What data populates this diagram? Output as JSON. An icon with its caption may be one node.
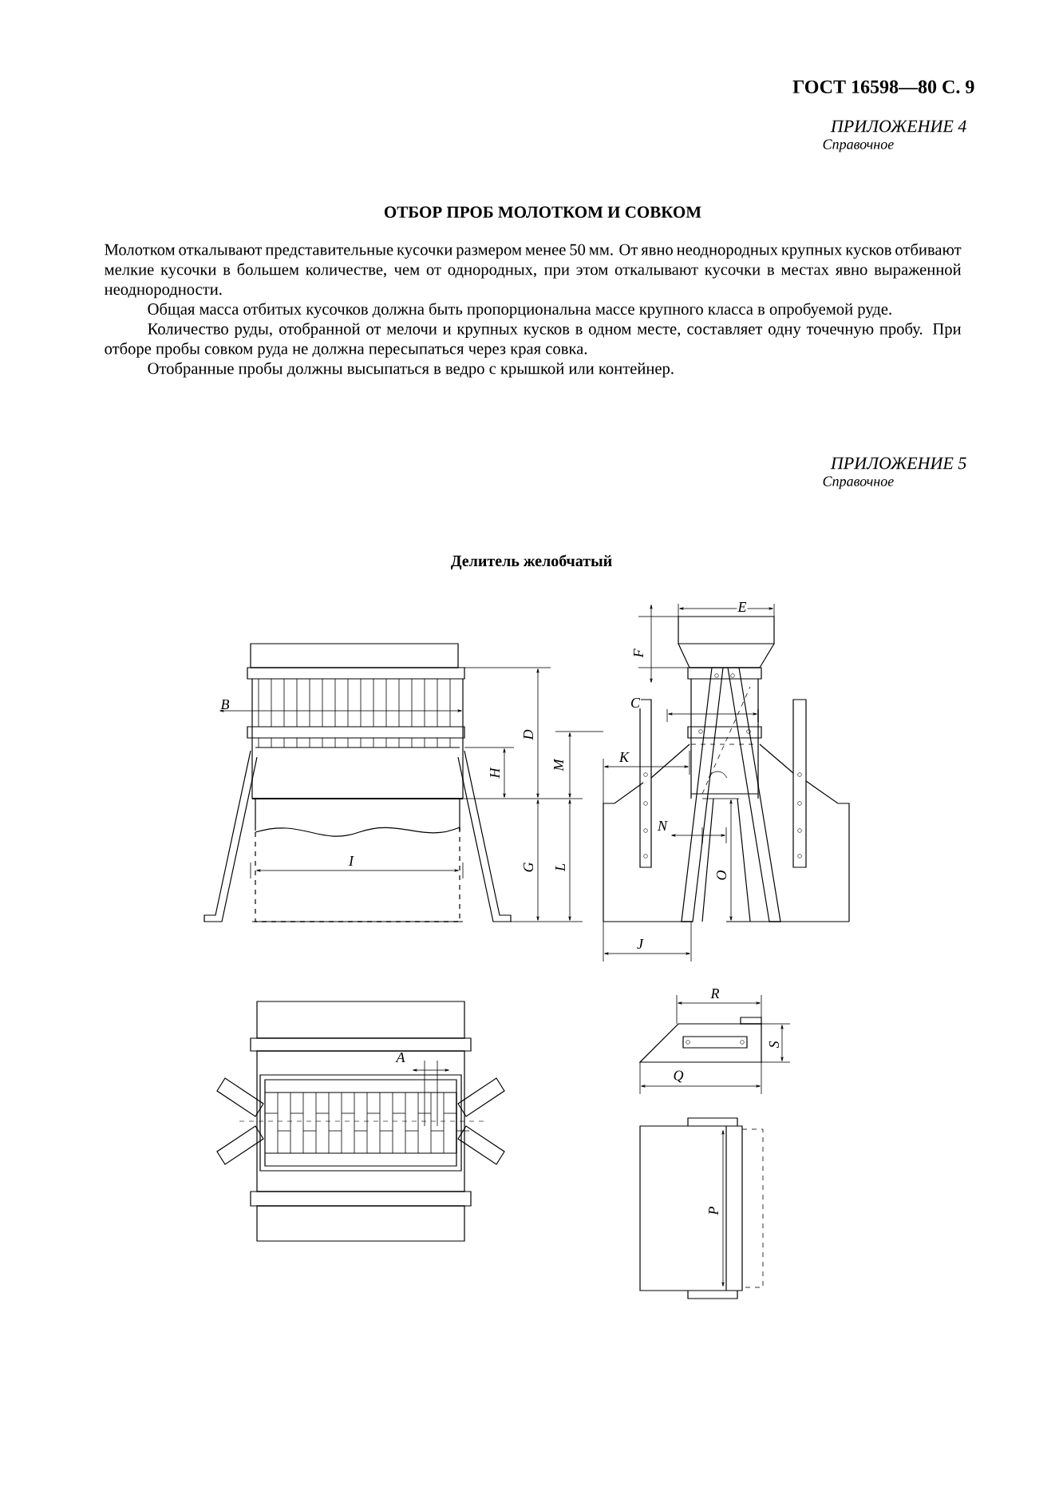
{
  "diagram": {
    "title": "Делитель желобчатый",
    "labels": [
      "ГОСТ 16598—80 С. 9",
      "ПРИЛОЖЕНИЕ 4",
      "Справочное",
      "ОТБОР ПРОБ МОЛОТКОМ И СОВКОМ",
      "Молотком откалывают представительные кусочки размером менее 50 мм. От явно неоднородных крупных кусков отбивают мелкие кусочки в большем количестве, чем от однородных, при этом откалывают кусочки в местах явно выраженной неоднородности.",
      "Общая масса отбитых кусочков должна быть пропорциональна массе крупного класса в опробуемой руде.",
      "Количество руды, отобранной от мелочи и крупных кусков в одном месте, составляет одну точечную пробу. При отборе пробы совком руда не должна пересыпаться через края совка.",
      "Отобранные пробы должны высыпаться в ведро с крышкой или контейнер.",
      "ПРИЛОЖЕНИЕ 5",
      "Справочное",
      "E",
      "F",
      "B",
      "C",
      "D",
      "K",
      "M",
      "H",
      "N",
      "I",
      "G",
      "L",
      "O",
      "J",
      "R",
      "A",
      "S",
      "Q",
      "P"
    ]
  }
}
